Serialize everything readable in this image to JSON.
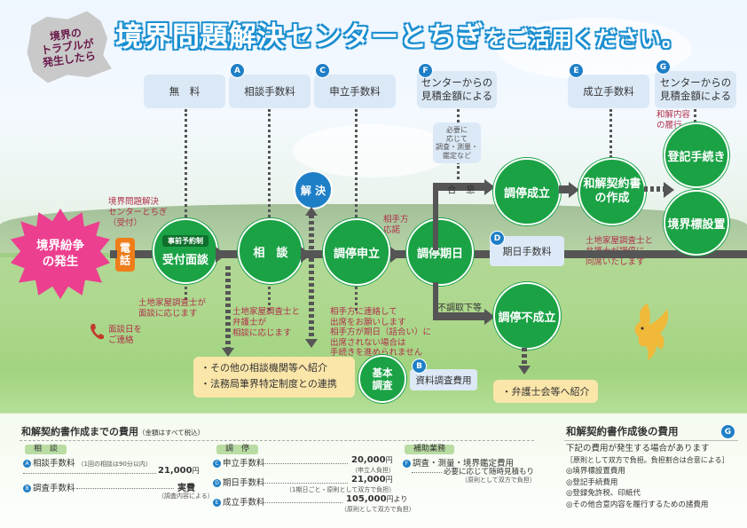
{
  "headline": {
    "splash": [
      "境界の",
      "トラブルが",
      "発生したら"
    ],
    "main": "境界問題解決センターとちぎ",
    "tail": "をご活用ください。"
  },
  "top_boxes": {
    "muryo": "無　料",
    "soudan_fee": "相談手数料",
    "moushitate_fee": "申立手数料",
    "mitsumori_left": [
      "センターからの",
      "見積金額による"
    ],
    "seiritsu_fee": "成立手数料",
    "mitsumori_right": [
      "センターからの",
      "見積金額による"
    ]
  },
  "letters": {
    "A": "A",
    "C": "C",
    "F": "F",
    "E": "E",
    "G": "G",
    "D": "D",
    "B": "B"
  },
  "side_notes": {
    "needed": [
      "必要に",
      "応じて",
      "調査・測量・",
      "鑑定など"
    ],
    "rikou": [
      "和解内容",
      "の履行"
    ],
    "reception": [
      "境界問題解決",
      "センターとちぎ",
      "（受付）"
    ],
    "surveyor_meet": [
      "土地家屋調査士が",
      "面談に応じます"
    ],
    "surveyor_lawyer": [
      "土地家屋調査士と",
      "弁護士が",
      "相談に応じます"
    ],
    "contact": [
      "面談日を",
      "ご連絡"
    ],
    "opponent": [
      "相手方に連絡して",
      "出席をお願いします",
      "相手方が期日（話合い）に",
      "出席されない場合は",
      "手続きを進められません"
    ],
    "aite": [
      "相手方",
      "応諾"
    ],
    "surveyor_right": [
      "土地家屋調査士と",
      "弁護士が調停に",
      "同席いたします"
    ]
  },
  "flow": {
    "start": [
      "境界紛争",
      "の発生"
    ],
    "phone": "電話",
    "reserve_tag": "事前予約制",
    "uketsuke": "受付面談",
    "soudan": "相　談",
    "moushitate": "調停申立",
    "kijitsu": "調停期日",
    "gouchi": "合　意",
    "fuchou": "不調取下等",
    "seiritsu": "調停成立",
    "wakai": [
      "和解契約書",
      "の作成"
    ],
    "touki": "登記手続き",
    "hyou": "境界標設置",
    "fuseiritsu": "調停不成立",
    "kaiketsu": "解 決",
    "kijitsu_fee": "期日手数料",
    "kihon": [
      "基本",
      "調査"
    ],
    "shiryo_fee": "資料調査費用",
    "refer_list": [
      "・その他の相談機関等へ紹介",
      "・法務局筆界特定制度との連携"
    ],
    "lawyer_refer": "・弁護士会等へ紹介"
  },
  "bottom": {
    "left_title": "和解契約書作成までの費用",
    "left_title_note": "（金額はすべて税込）",
    "col1_tag": "相　談",
    "col1_rows": [
      {
        "letter": "A",
        "label": "相談手数料",
        "note": "（1回の相談は90分以内）",
        "price": "21,000",
        "unit": "円",
        "price_note": ""
      },
      {
        "letter": "B",
        "label": "調査手数料",
        "note": "",
        "price": "実費",
        "unit": "",
        "price_note": "（調査内容による）"
      }
    ],
    "col2_tag": "調　停",
    "col2_rows": [
      {
        "letter": "C",
        "label": "申立手数料",
        "price": "20,000",
        "unit": "円",
        "price_note": "（申立人負担）"
      },
      {
        "letter": "D",
        "label": "期日手数料",
        "price": "21,000",
        "unit": "円",
        "price_note": "（1期日ごと・原則として双方で負担）"
      },
      {
        "letter": "E",
        "label": "成立手数料",
        "price": "105,000",
        "unit": "円より",
        "price_note": "（原則として双方で負担）"
      }
    ],
    "col3_tag": "補助業務",
    "col3_row": {
      "letter": "F",
      "label": "調査・測量・境界鑑定費用",
      "price": "必要に応じて随時見積もり",
      "price_note": "（原則として双方で負担）"
    },
    "right_title": "和解契約書作成後の費用",
    "right_letter": "G",
    "right_lines": [
      "下記の費用が発生する場合があります",
      "［原則として双方で負担。負担割合は合意による］",
      "◎境界標設置費用",
      "◎登記手続費用",
      "◎登録免許税、印紙代",
      "◎その他合意内容を履行するための諸費用"
    ]
  },
  "colors": {
    "green": "#1aa245",
    "blue": "#1e7fc7",
    "pink": "#ec3f8f",
    "orange": "#ef7d1a",
    "yellow_box": "#fbe6a9"
  },
  "icons": [
    "phone-icon",
    "bird-icon"
  ]
}
